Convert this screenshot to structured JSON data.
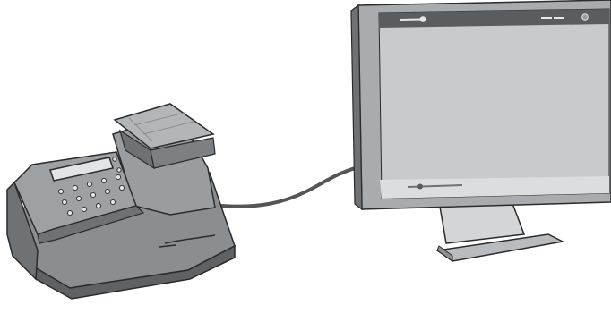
{
  "scene": {
    "devices": [
      {
        "name": "postage-meter",
        "keypad_keys": 14,
        "display": "lcd"
      },
      {
        "name": "computer-monitor",
        "screen": "web-page"
      }
    ],
    "connection": "cable",
    "colors": {
      "body_dark": "#6f7274",
      "body_mid": "#8b8e91",
      "body_light": "#b3b6b9",
      "screen_bg": "#c9cacc",
      "screen_bar": "#5a5d60",
      "outline": "#2b2b2b",
      "stand": "#c8cacc"
    }
  }
}
